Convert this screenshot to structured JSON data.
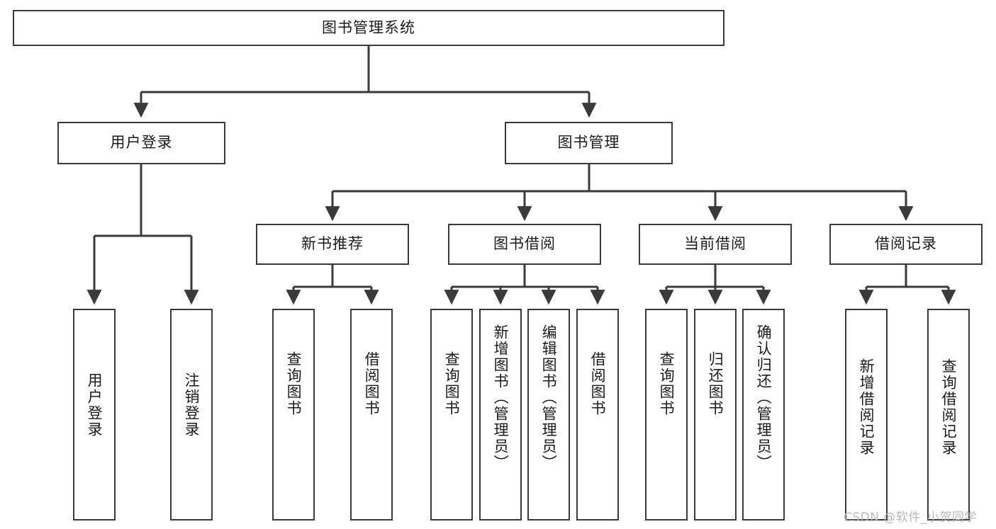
{
  "diagram": {
    "title": "图书管理系统",
    "type": "hierarchy-tree",
    "root": {
      "label": "图书管理系统"
    },
    "level2": [
      {
        "label": "用户登录"
      },
      {
        "label": "图书管理"
      }
    ],
    "level3": [
      {
        "label": "新书推荐"
      },
      {
        "label": "图书借阅"
      },
      {
        "label": "当前借阅"
      },
      {
        "label": "借阅记录"
      }
    ],
    "leaves": {
      "user_login": [
        {
          "label": "用户登录"
        },
        {
          "label": "注销登录"
        }
      ],
      "new_book_recommend": [
        {
          "label": "查询图书"
        },
        {
          "label": "借阅图书"
        }
      ],
      "book_borrow": [
        {
          "label": "查询图书"
        },
        {
          "label": "新增图书（管理员）"
        },
        {
          "label": "编辑图书（管理员）"
        },
        {
          "label": "借阅图书"
        }
      ],
      "current_borrow": [
        {
          "label": "查询图书"
        },
        {
          "label": "归还图书"
        },
        {
          "label": "确认归还（管理员）"
        }
      ],
      "borrow_records": [
        {
          "label": "新增借阅记录"
        },
        {
          "label": "查询借阅记录"
        }
      ]
    }
  },
  "watermark": {
    "text": "CSDN @软件_小贺同学"
  },
  "colors": {
    "stroke": "#3a3a3a",
    "text": "#1b1b1b",
    "background": "#ffffff",
    "watermark": "#b9b9b9"
  }
}
